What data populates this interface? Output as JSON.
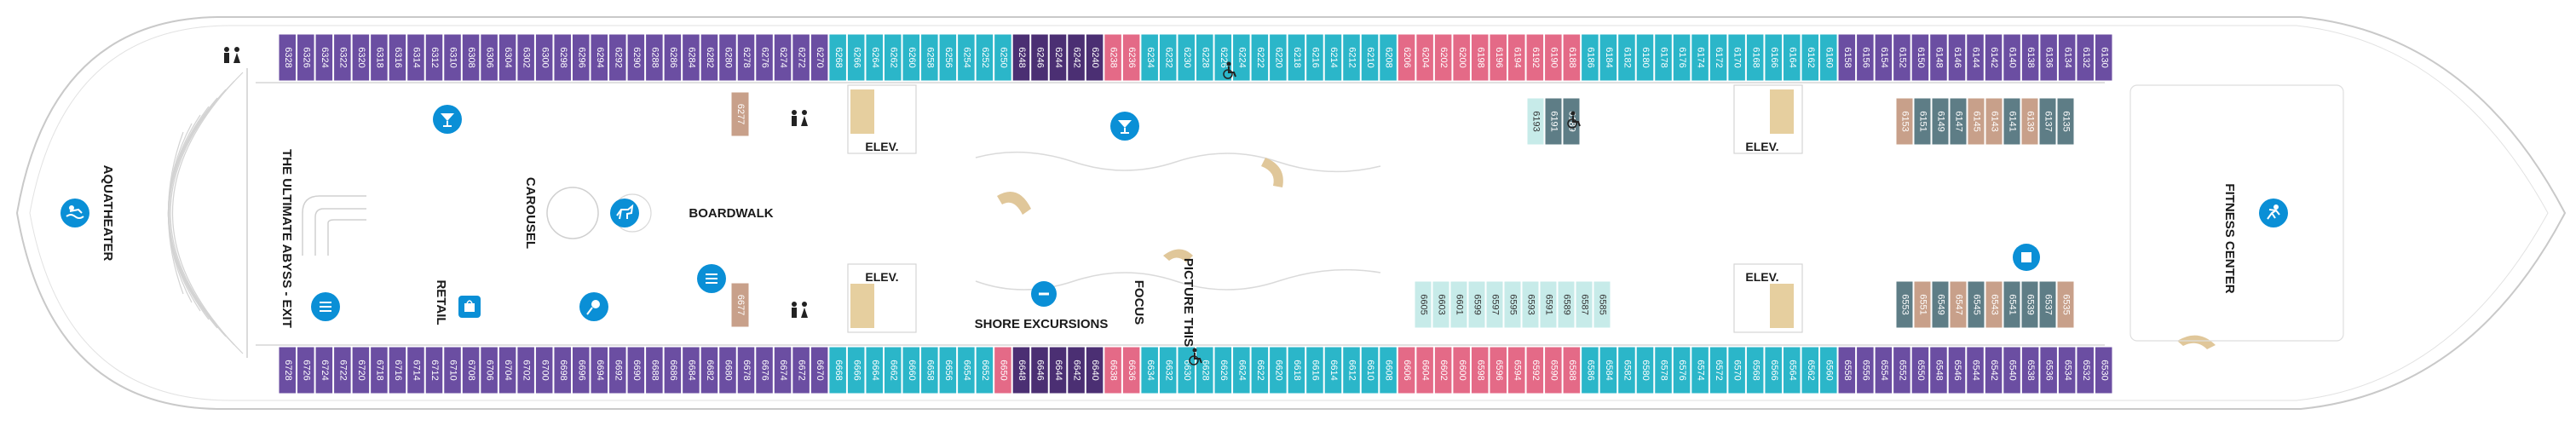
{
  "deck": {
    "colors": {
      "purple": "#6b4ea2",
      "teal": "#2bb6c9",
      "pink": "#e46a87",
      "dark_purple": "#4b2f73",
      "tan": "#c8a08a",
      "slate": "#5e7d86",
      "light_cyan": "#c7ebe9",
      "accent_blue": "#0a8fd6",
      "outline": "#cfcfcf",
      "stair": "#e0c79a"
    },
    "labels": {
      "aquatheater": "AQUATHEATER",
      "ultimate_abyss": "THE ULTIMATE ABYSS - EXIT",
      "carousel": "CAROUSEL",
      "boardwalk": "BOARDWALK",
      "retail": "RETAIL",
      "shore_excursions": "SHORE EXCURSIONS",
      "focus": "FOCUS",
      "picture_this": "PICTURE THIS",
      "fitness_center": "FITNESS CENTER",
      "elev": "ELEV."
    },
    "icons": {
      "aquatheater": "swimmer-icon",
      "carousel": "carousel-horse-icon",
      "fitness": "fitness-runner-icon",
      "bar": "cocktail-icon",
      "dining": "dining-icon",
      "ice_cream": "ice-cream-icon",
      "restroom": "restroom-icon",
      "accessible": "wheelchair-icon",
      "info": "info-icon",
      "shop": "shopping-bag-icon"
    },
    "top_cabins": [
      {
        "n": "6328",
        "c": "purple"
      },
      {
        "n": "6326",
        "c": "purple"
      },
      {
        "n": "6324",
        "c": "purple"
      },
      {
        "n": "6322",
        "c": "purple"
      },
      {
        "n": "6320",
        "c": "purple"
      },
      {
        "n": "6318",
        "c": "purple"
      },
      {
        "n": "6316",
        "c": "purple"
      },
      {
        "n": "6314",
        "c": "purple"
      },
      {
        "n": "6312",
        "c": "purple"
      },
      {
        "n": "6310",
        "c": "purple"
      },
      {
        "n": "6308",
        "c": "purple"
      },
      {
        "n": "6306",
        "c": "purple"
      },
      {
        "n": "6304",
        "c": "purple"
      },
      {
        "n": "6302",
        "c": "purple"
      },
      {
        "n": "6300",
        "c": "purple"
      },
      {
        "n": "6298",
        "c": "purple"
      },
      {
        "n": "6296",
        "c": "purple"
      },
      {
        "n": "6294",
        "c": "purple"
      },
      {
        "n": "6292",
        "c": "purple"
      },
      {
        "n": "6290",
        "c": "purple"
      },
      {
        "n": "6288",
        "c": "purple"
      },
      {
        "n": "6286",
        "c": "purple"
      },
      {
        "n": "6284",
        "c": "purple"
      },
      {
        "n": "6282",
        "c": "purple"
      },
      {
        "n": "6280",
        "c": "purple"
      },
      {
        "n": "6278",
        "c": "purple"
      },
      {
        "n": "6276",
        "c": "purple"
      },
      {
        "n": "6274",
        "c": "purple"
      },
      {
        "n": "6272",
        "c": "purple"
      },
      {
        "n": "6270",
        "c": "purple"
      },
      {
        "n": "6268",
        "c": "teal"
      },
      {
        "n": "6266",
        "c": "teal"
      },
      {
        "n": "6264",
        "c": "teal"
      },
      {
        "n": "6262",
        "c": "teal"
      },
      {
        "n": "6260",
        "c": "teal"
      },
      {
        "n": "6258",
        "c": "teal"
      },
      {
        "n": "6256",
        "c": "teal"
      },
      {
        "n": "6254",
        "c": "teal"
      },
      {
        "n": "6252",
        "c": "teal"
      },
      {
        "n": "6250",
        "c": "teal"
      },
      {
        "n": "6248",
        "c": "dark_purple"
      },
      {
        "n": "6246",
        "c": "dark_purple"
      },
      {
        "n": "6244",
        "c": "dark_purple"
      },
      {
        "n": "6242",
        "c": "dark_purple"
      },
      {
        "n": "6240",
        "c": "dark_purple"
      },
      {
        "n": "6238",
        "c": "pink"
      },
      {
        "n": "6236",
        "c": "pink"
      },
      {
        "n": "6234",
        "c": "teal"
      },
      {
        "n": "6232",
        "c": "teal"
      },
      {
        "n": "6230",
        "c": "teal"
      },
      {
        "n": "6228",
        "c": "teal"
      },
      {
        "n": "6226",
        "c": "teal"
      },
      {
        "n": "6224",
        "c": "teal"
      },
      {
        "n": "6222",
        "c": "teal"
      },
      {
        "n": "6220",
        "c": "teal"
      },
      {
        "n": "6218",
        "c": "teal"
      },
      {
        "n": "6216",
        "c": "teal"
      },
      {
        "n": "6214",
        "c": "teal"
      },
      {
        "n": "6212",
        "c": "teal"
      },
      {
        "n": "6210",
        "c": "teal"
      },
      {
        "n": "6208",
        "c": "teal"
      },
      {
        "n": "6206",
        "c": "pink"
      },
      {
        "n": "6204",
        "c": "pink"
      },
      {
        "n": "6202",
        "c": "pink"
      },
      {
        "n": "6200",
        "c": "pink"
      },
      {
        "n": "6198",
        "c": "pink"
      },
      {
        "n": "6196",
        "c": "pink"
      },
      {
        "n": "6194",
        "c": "pink"
      },
      {
        "n": "6192",
        "c": "pink"
      },
      {
        "n": "6190",
        "c": "pink"
      },
      {
        "n": "6188",
        "c": "pink"
      },
      {
        "n": "6186",
        "c": "teal"
      },
      {
        "n": "6184",
        "c": "teal"
      },
      {
        "n": "6182",
        "c": "teal"
      },
      {
        "n": "6180",
        "c": "teal"
      },
      {
        "n": "6178",
        "c": "teal"
      },
      {
        "n": "6176",
        "c": "teal"
      },
      {
        "n": "6174",
        "c": "teal"
      },
      {
        "n": "6172",
        "c": "teal"
      },
      {
        "n": "6170",
        "c": "teal"
      },
      {
        "n": "6168",
        "c": "teal"
      },
      {
        "n": "6166",
        "c": "teal"
      },
      {
        "n": "6164",
        "c": "teal"
      },
      {
        "n": "6162",
        "c": "teal"
      },
      {
        "n": "6160",
        "c": "teal"
      },
      {
        "n": "6158",
        "c": "purple"
      },
      {
        "n": "6156",
        "c": "purple"
      },
      {
        "n": "6154",
        "c": "purple"
      },
      {
        "n": "6152",
        "c": "purple"
      },
      {
        "n": "6150",
        "c": "purple"
      },
      {
        "n": "6148",
        "c": "purple"
      },
      {
        "n": "6146",
        "c": "purple"
      },
      {
        "n": "6144",
        "c": "purple"
      },
      {
        "n": "6142",
        "c": "purple"
      },
      {
        "n": "6140",
        "c": "purple"
      },
      {
        "n": "6138",
        "c": "purple"
      },
      {
        "n": "6136",
        "c": "purple"
      },
      {
        "n": "6134",
        "c": "purple"
      },
      {
        "n": "6132",
        "c": "purple"
      },
      {
        "n": "6130",
        "c": "purple"
      }
    ],
    "bottom_cabins": [
      {
        "n": "6728",
        "c": "purple"
      },
      {
        "n": "6726",
        "c": "purple"
      },
      {
        "n": "6724",
        "c": "purple"
      },
      {
        "n": "6722",
        "c": "purple"
      },
      {
        "n": "6720",
        "c": "purple"
      },
      {
        "n": "6718",
        "c": "purple"
      },
      {
        "n": "6716",
        "c": "purple"
      },
      {
        "n": "6714",
        "c": "purple"
      },
      {
        "n": "6712",
        "c": "purple"
      },
      {
        "n": "6710",
        "c": "purple"
      },
      {
        "n": "6708",
        "c": "purple"
      },
      {
        "n": "6706",
        "c": "purple"
      },
      {
        "n": "6704",
        "c": "purple"
      },
      {
        "n": "6702",
        "c": "purple"
      },
      {
        "n": "6700",
        "c": "purple"
      },
      {
        "n": "6698",
        "c": "purple"
      },
      {
        "n": "6696",
        "c": "purple"
      },
      {
        "n": "6694",
        "c": "purple"
      },
      {
        "n": "6692",
        "c": "purple"
      },
      {
        "n": "6690",
        "c": "purple"
      },
      {
        "n": "6688",
        "c": "purple"
      },
      {
        "n": "6686",
        "c": "purple"
      },
      {
        "n": "6684",
        "c": "purple"
      },
      {
        "n": "6682",
        "c": "purple"
      },
      {
        "n": "6680",
        "c": "purple"
      },
      {
        "n": "6678",
        "c": "purple"
      },
      {
        "n": "6676",
        "c": "purple"
      },
      {
        "n": "6674",
        "c": "purple"
      },
      {
        "n": "6672",
        "c": "purple"
      },
      {
        "n": "6670",
        "c": "purple"
      },
      {
        "n": "6668",
        "c": "teal"
      },
      {
        "n": "6666",
        "c": "teal"
      },
      {
        "n": "6664",
        "c": "teal"
      },
      {
        "n": "6662",
        "c": "teal"
      },
      {
        "n": "6660",
        "c": "teal"
      },
      {
        "n": "6658",
        "c": "teal"
      },
      {
        "n": "6656",
        "c": "teal"
      },
      {
        "n": "6654",
        "c": "teal"
      },
      {
        "n": "6652",
        "c": "teal"
      },
      {
        "n": "6650",
        "c": "pink"
      },
      {
        "n": "6648",
        "c": "dark_purple"
      },
      {
        "n": "6646",
        "c": "dark_purple"
      },
      {
        "n": "6644",
        "c": "dark_purple"
      },
      {
        "n": "6642",
        "c": "dark_purple"
      },
      {
        "n": "6640",
        "c": "dark_purple"
      },
      {
        "n": "6638",
        "c": "pink"
      },
      {
        "n": "6636",
        "c": "pink"
      },
      {
        "n": "6634",
        "c": "teal"
      },
      {
        "n": "6632",
        "c": "teal"
      },
      {
        "n": "6630",
        "c": "teal"
      },
      {
        "n": "6628",
        "c": "teal"
      },
      {
        "n": "6626",
        "c": "teal"
      },
      {
        "n": "6624",
        "c": "teal"
      },
      {
        "n": "6622",
        "c": "teal"
      },
      {
        "n": "6620",
        "c": "teal"
      },
      {
        "n": "6618",
        "c": "teal"
      },
      {
        "n": "6616",
        "c": "teal"
      },
      {
        "n": "6614",
        "c": "teal"
      },
      {
        "n": "6612",
        "c": "teal"
      },
      {
        "n": "6610",
        "c": "teal"
      },
      {
        "n": "6608",
        "c": "teal"
      },
      {
        "n": "6606",
        "c": "pink"
      },
      {
        "n": "6604",
        "c": "pink"
      },
      {
        "n": "6602",
        "c": "pink"
      },
      {
        "n": "6600",
        "c": "pink"
      },
      {
        "n": "6598",
        "c": "pink"
      },
      {
        "n": "6596",
        "c": "pink"
      },
      {
        "n": "6594",
        "c": "pink"
      },
      {
        "n": "6592",
        "c": "pink"
      },
      {
        "n": "6590",
        "c": "pink"
      },
      {
        "n": "6588",
        "c": "pink"
      },
      {
        "n": "6586",
        "c": "teal"
      },
      {
        "n": "6584",
        "c": "teal"
      },
      {
        "n": "6582",
        "c": "teal"
      },
      {
        "n": "6580",
        "c": "teal"
      },
      {
        "n": "6578",
        "c": "teal"
      },
      {
        "n": "6576",
        "c": "teal"
      },
      {
        "n": "6574",
        "c": "teal"
      },
      {
        "n": "6572",
        "c": "teal"
      },
      {
        "n": "6570",
        "c": "teal"
      },
      {
        "n": "6568",
        "c": "teal"
      },
      {
        "n": "6566",
        "c": "teal"
      },
      {
        "n": "6564",
        "c": "teal"
      },
      {
        "n": "6562",
        "c": "teal"
      },
      {
        "n": "6560",
        "c": "teal"
      },
      {
        "n": "6558",
        "c": "purple"
      },
      {
        "n": "6556",
        "c": "purple"
      },
      {
        "n": "6554",
        "c": "purple"
      },
      {
        "n": "6552",
        "c": "purple"
      },
      {
        "n": "6550",
        "c": "purple"
      },
      {
        "n": "6548",
        "c": "purple"
      },
      {
        "n": "6546",
        "c": "purple"
      },
      {
        "n": "6544",
        "c": "purple"
      },
      {
        "n": "6542",
        "c": "purple"
      },
      {
        "n": "6540",
        "c": "purple"
      },
      {
        "n": "6538",
        "c": "purple"
      },
      {
        "n": "6536",
        "c": "purple"
      },
      {
        "n": "6534",
        "c": "purple"
      },
      {
        "n": "6532",
        "c": "purple"
      },
      {
        "n": "6530",
        "c": "purple"
      }
    ],
    "inner_top_left": [
      {
        "n": "6277",
        "c": "tan"
      }
    ],
    "inner_bottom_left": [
      {
        "n": "6677",
        "c": "tan"
      }
    ],
    "inner_top_mid": [
      {
        "n": "6193",
        "c": "light_cyan"
      },
      {
        "n": "6191",
        "c": "slate"
      },
      {
        "n": "6189",
        "c": "slate"
      }
    ],
    "inner_bottom_mid": [
      {
        "n": "6605",
        "c": "light_cyan"
      },
      {
        "n": "6603",
        "c": "light_cyan"
      },
      {
        "n": "6601",
        "c": "light_cyan"
      },
      {
        "n": "6599",
        "c": "light_cyan"
      },
      {
        "n": "6597",
        "c": "light_cyan"
      },
      {
        "n": "6595",
        "c": "light_cyan"
      },
      {
        "n": "6593",
        "c": "light_cyan"
      },
      {
        "n": "6591",
        "c": "light_cyan"
      },
      {
        "n": "6589",
        "c": "light_cyan"
      },
      {
        "n": "6587",
        "c": "light_cyan"
      },
      {
        "n": "6585",
        "c": "light_cyan"
      }
    ],
    "inner_top_right": [
      {
        "n": "6153",
        "c": "tan"
      },
      {
        "n": "6151",
        "c": "slate"
      },
      {
        "n": "6149",
        "c": "slate"
      },
      {
        "n": "6147",
        "c": "slate"
      },
      {
        "n": "6145",
        "c": "tan"
      },
      {
        "n": "6143",
        "c": "tan"
      },
      {
        "n": "6141",
        "c": "slate"
      },
      {
        "n": "6139",
        "c": "tan"
      },
      {
        "n": "6137",
        "c": "slate"
      },
      {
        "n": "6135",
        "c": "slate"
      }
    ],
    "inner_bottom_right": [
      {
        "n": "6553",
        "c": "slate"
      },
      {
        "n": "6551",
        "c": "tan"
      },
      {
        "n": "6549",
        "c": "slate"
      },
      {
        "n": "6547",
        "c": "tan"
      },
      {
        "n": "6545",
        "c": "slate"
      },
      {
        "n": "6543",
        "c": "tan"
      },
      {
        "n": "6541",
        "c": "slate"
      },
      {
        "n": "6539",
        "c": "slate"
      },
      {
        "n": "6537",
        "c": "slate"
      },
      {
        "n": "6535",
        "c": "tan"
      }
    ]
  }
}
